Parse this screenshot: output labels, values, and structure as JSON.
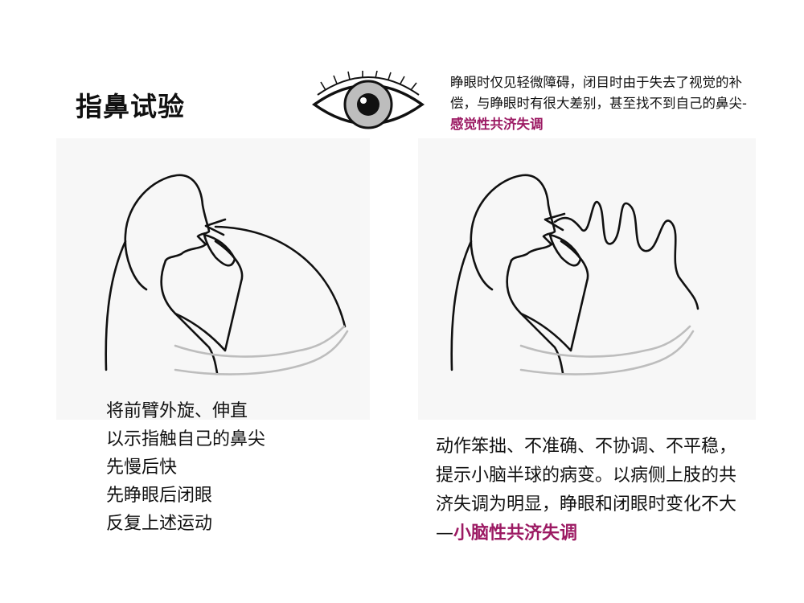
{
  "title": "指鼻试验",
  "eye_note": {
    "text": "睁眼时仅见轻微障碍，闭目时由于失去了视觉的补偿，与睁眼时有很大差别，甚至找不到自己的鼻尖-",
    "highlight": "感觉性共济失调"
  },
  "steps": [
    "将前臂外旋、伸直",
    "以示指触自己的鼻尖",
    "先慢后快",
    "先睁眼后闭眼",
    "反复上述运动"
  ],
  "result": {
    "lines": [
      "动作笨拙、不准确、不协调、不平稳，",
      "提示小脑半球的病变。以病侧上肢的共",
      "济失调为明显，睁眼和闭眼时变化不大"
    ],
    "prefix": "—",
    "highlight": "小脑性共济失调"
  },
  "colors": {
    "accent": "#9c1a63",
    "iris": "#bdbdbd",
    "arm_gray": "#bfbfbf"
  },
  "icons": {
    "eye": "eye-icon"
  }
}
